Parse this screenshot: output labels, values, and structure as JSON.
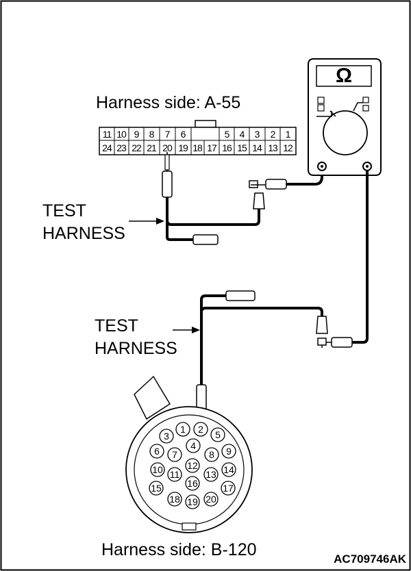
{
  "connector_a": {
    "label": "Harness side: A-55",
    "top_row": [
      "11",
      "10",
      "9",
      "8",
      "7",
      "6",
      "5",
      "4",
      "3",
      "2",
      "1"
    ],
    "bottom_row": [
      "24",
      "23",
      "22",
      "21",
      "20",
      "19",
      "18",
      "17",
      "16",
      "15",
      "14",
      "13",
      "12"
    ]
  },
  "connector_b": {
    "label": "Harness side: B-120",
    "pins": [
      "1",
      "2",
      "3",
      "4",
      "5",
      "6",
      "7",
      "8",
      "9",
      "10",
      "11",
      "12",
      "13",
      "14",
      "15",
      "16",
      "17",
      "18",
      "19",
      "20"
    ]
  },
  "test_harness_upper": [
    "TEST",
    "HARNESS"
  ],
  "test_harness_lower": [
    "TEST",
    "HARNESS"
  ],
  "meter": {
    "symbol": "Ω"
  },
  "figure_code": "AC709746AK"
}
